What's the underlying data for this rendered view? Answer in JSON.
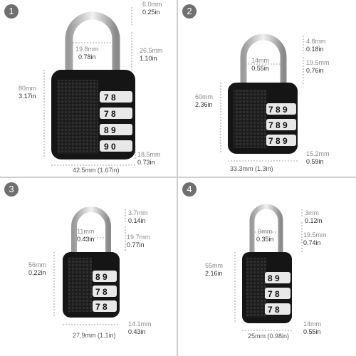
{
  "panels": [
    {
      "number": "1",
      "shackle_top_mm": "6.0mm",
      "shackle_top_in": "0.25in",
      "inner_width_mm": "19.8mm",
      "inner_width_in": "0.78in",
      "clearance_mm": "26.5mm",
      "clearance_in": "1.10in",
      "height_mm": "80mm",
      "height_in": "3.17in",
      "depth_mm": "18.5mm",
      "depth_in": "0.73in",
      "width": "42.5mm (1.67in)",
      "dials": [
        [
          "7",
          "8"
        ],
        [
          "7",
          "8"
        ],
        [
          "8",
          "9"
        ],
        [
          "9",
          "0"
        ]
      ]
    },
    {
      "number": "2",
      "shackle_top_mm": "4.8mm",
      "shackle_top_in": "0.18in",
      "inner_width_mm": "14mm",
      "inner_width_in": "0.55in",
      "clearance_mm": "19.5mm",
      "clearance_in": "0.76in",
      "height_mm": "60mm",
      "height_in": "2.36in",
      "depth_mm": "15.2mm",
      "depth_in": "0.59in",
      "width": "33.3mm (1.3in)",
      "dials": [
        [
          "7",
          "8",
          "9"
        ],
        [
          "7",
          "8",
          "9"
        ],
        [
          "7",
          "8",
          "9"
        ]
      ]
    },
    {
      "number": "3",
      "shackle_top_mm": "3.7mm",
      "shackle_top_in": "0.14in",
      "inner_width_mm": "11mm",
      "inner_width_in": "0.43in",
      "clearance_mm": "19.7mm",
      "clearance_in": "0.77in",
      "height_mm": "56mm",
      "height_in": "0.22in",
      "depth_mm": "14.1mm",
      "depth_in": "0.43in",
      "width": "27.9mm (1.1in)",
      "dials": [
        [
          "8",
          "9"
        ],
        [
          "7",
          "8"
        ],
        [
          "7",
          "8"
        ]
      ]
    },
    {
      "number": "4",
      "shackle_top_mm": "3mm",
      "shackle_top_in": "0.12in",
      "inner_width_mm": "9mm",
      "inner_width_in": "0.35in",
      "clearance_mm": "19.5mm",
      "clearance_in": "0.74in",
      "height_mm": "55mm",
      "height_in": "2.16in",
      "depth_mm": "14mm",
      "depth_in": "0.55in",
      "width": "25mm (0.98in)",
      "dials": [
        [
          "8",
          "9"
        ],
        [
          "7",
          "8"
        ],
        [
          "7",
          "8"
        ]
      ]
    }
  ]
}
